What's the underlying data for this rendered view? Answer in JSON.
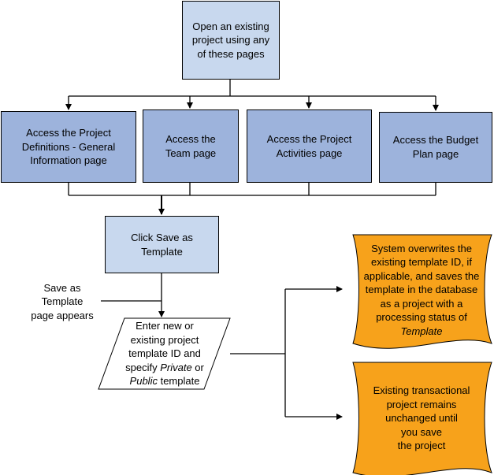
{
  "start": {
    "lines": [
      "Open an existing",
      "project using any",
      "of these pages"
    ]
  },
  "access": [
    {
      "lines": [
        "Access the Project",
        "Definitions - General",
        "Information page"
      ]
    },
    {
      "lines": [
        "Access the",
        "Team page"
      ]
    },
    {
      "lines": [
        "Access the Project",
        "Activities  page"
      ]
    },
    {
      "lines": [
        "Access the Budget",
        "Plan page"
      ]
    }
  ],
  "save": {
    "lines": [
      "Click Save as",
      "Template"
    ]
  },
  "note": {
    "lines": [
      "Save as",
      "Template",
      "page appears"
    ]
  },
  "enter": {
    "line1": "Enter new or",
    "line2": "existing project",
    "line3": "template ID and",
    "line4_pre": "specify ",
    "line4_em": "Private",
    "line4_post": " or",
    "line5_em": "Public",
    "line5_post": " template"
  },
  "result_overwrite": {
    "line1": "System overwrites the",
    "line2": "existing template ID, if",
    "line3": "applicable, and saves the",
    "line4": "template in the database",
    "line5": "as a project with a",
    "line6": "processing status of",
    "line7_em": "Template"
  },
  "result_unchanged": {
    "lines": [
      "Existing transactional",
      "project remains",
      "unchanged until",
      "you save",
      "the project"
    ]
  },
  "colors": {
    "light_fill": "#c8d8ee",
    "dark_fill": "#9db3dc",
    "orange_fill": "#f7a21b",
    "stroke": "#000000"
  }
}
